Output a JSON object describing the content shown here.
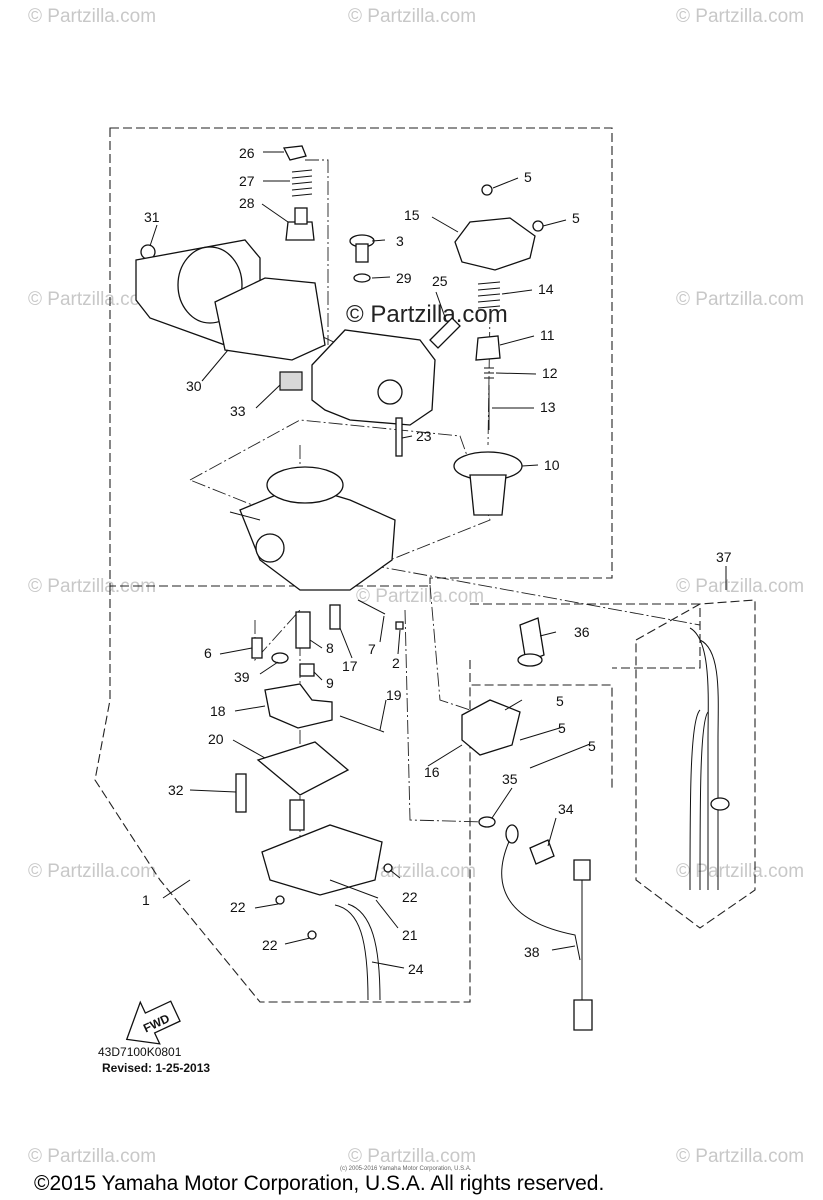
{
  "watermark": {
    "text": "© Partzilla.com",
    "center_text": "© Partzilla.com"
  },
  "diagram_code": "43D7100K0801",
  "revised": "Revised: 1-25-2013",
  "fwd_label": "FWD",
  "tiny_copyright": "(c) 2005-2016 Yamaha Motor Corporation, U.S.A.",
  "footer": {
    "copyright": "©2015 Yamaha Motor Corporation, U.S.A. All rights reserved."
  },
  "callouts": {
    "p1": "1",
    "p2": "2",
    "p3": "3",
    "p5a": "5",
    "p5b": "5",
    "p5c": "5",
    "p5d": "5",
    "p5e": "5",
    "p6": "6",
    "p7": "7",
    "p8": "8",
    "p9": "9",
    "p10": "10",
    "p11": "11",
    "p12": "12",
    "p13": "13",
    "p14": "14",
    "p15": "15",
    "p16": "16",
    "p17": "17",
    "p18": "18",
    "p19": "19",
    "p20": "20",
    "p21": "21",
    "p22a": "22",
    "p22b": "22",
    "p22c": "22",
    "p23": "23",
    "p24": "24",
    "p25": "25",
    "p26": "26",
    "p27": "27",
    "p28": "28",
    "p29": "29",
    "p30": "30",
    "p31": "31",
    "p32": "32",
    "p33": "33",
    "p34": "34",
    "p35": "35",
    "p36": "36",
    "p37": "37",
    "p38": "38",
    "p39": "39"
  }
}
